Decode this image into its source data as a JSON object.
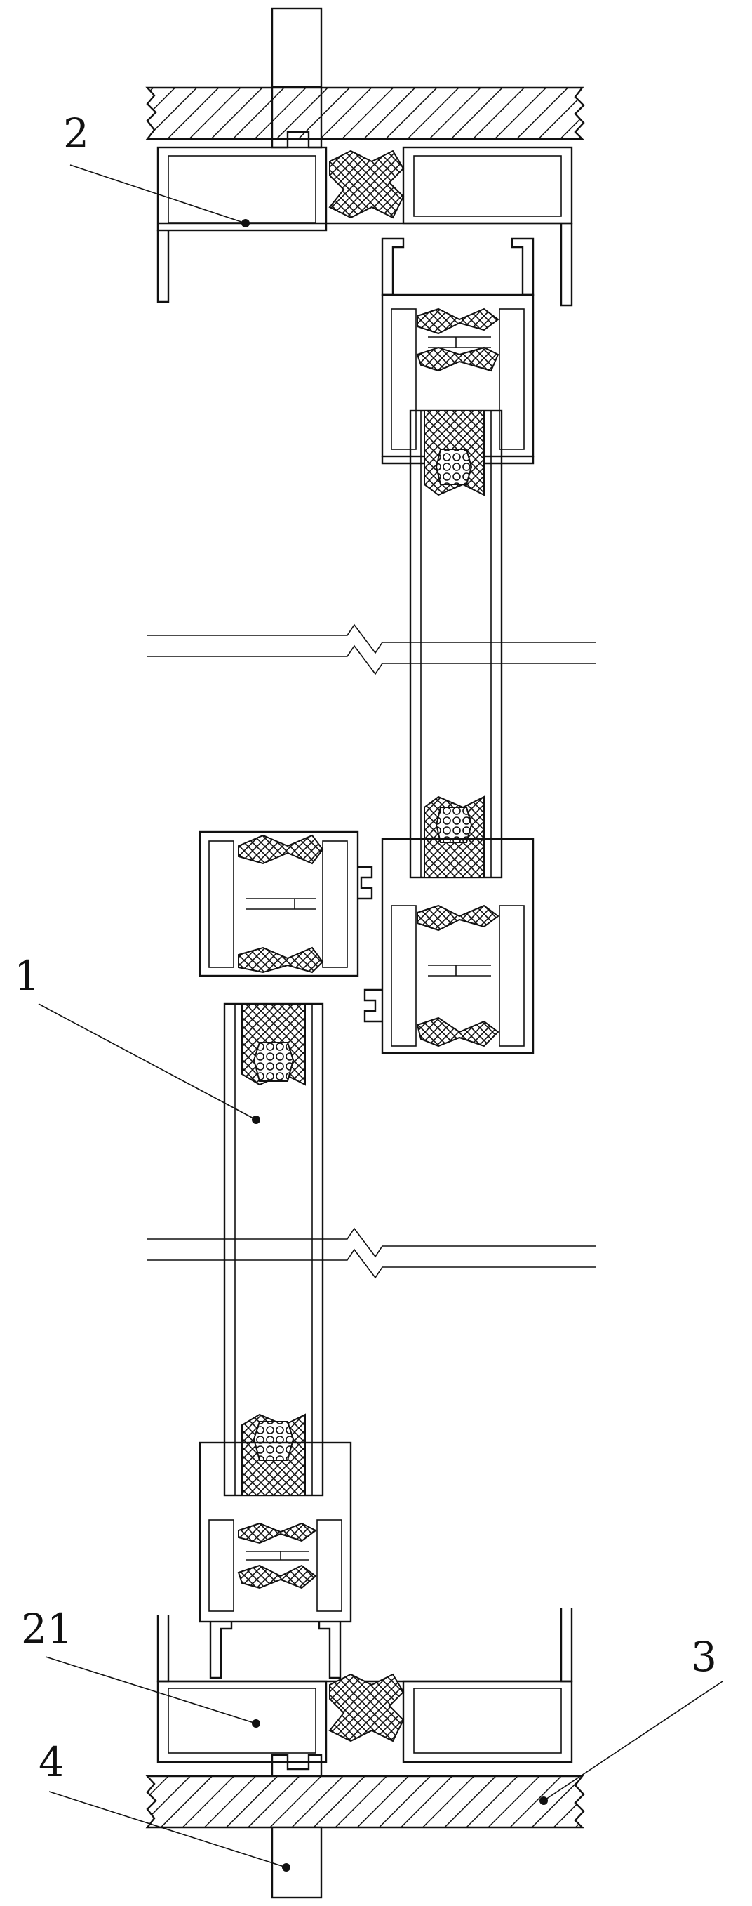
{
  "figure": {
    "callouts": [
      {
        "id": "c2",
        "text": "2"
      },
      {
        "id": "c1",
        "text": "1"
      },
      {
        "id": "c21",
        "text": "21"
      },
      {
        "id": "c3",
        "text": "3"
      },
      {
        "id": "c4",
        "text": "4"
      }
    ]
  },
  "colors": {
    "line": "#111111",
    "background": "#ffffff"
  }
}
